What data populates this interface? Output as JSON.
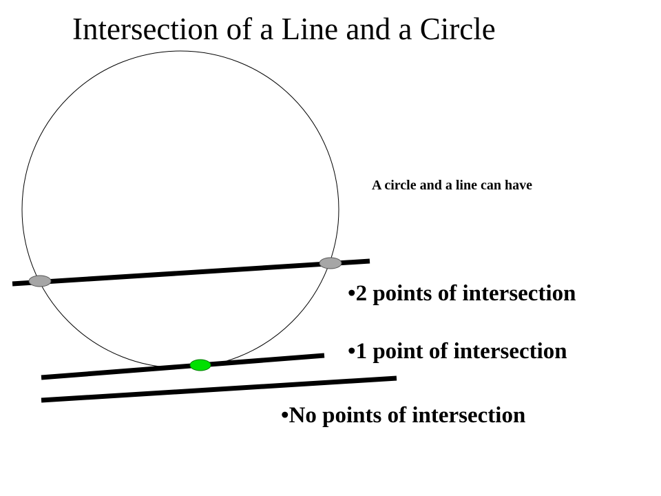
{
  "title": "Intersection of a Line and a Circle",
  "intro": "A circle and a line can have",
  "bullet_marker": "•",
  "bullets": [
    "2 points of intersection",
    "1 point of intersection",
    "No points of intersection"
  ],
  "colors": {
    "background": "#ffffff",
    "text": "#000000",
    "secant_points": "#a6a6a6",
    "tangent_point": "#00e000"
  }
}
